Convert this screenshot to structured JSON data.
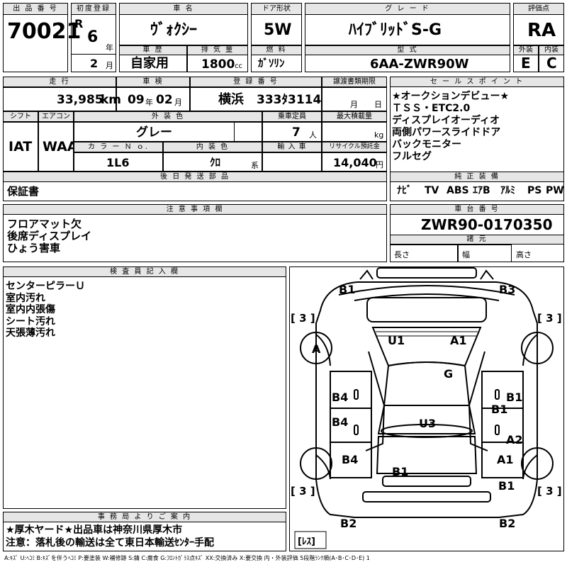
{
  "header": {
    "lot_number_label": "出 品 番 号",
    "lot_number": "70021",
    "first_reg_label": "初度登録",
    "era": "R",
    "year": "6",
    "year_unit": "年",
    "month": "2",
    "month_unit": "月",
    "car_name_label": "車 名",
    "car_name": "ｳﾞｫｸｼｰ",
    "door_label": "ドア形状",
    "door": "5W",
    "grade_label": "グ レ ー ド",
    "grade": "ﾊｲﾌﾞﾘｯﾄﾞS-G",
    "eval_label": "評価点",
    "eval": "RA",
    "history_label": "車 歴",
    "history": "自家用",
    "displacement_label": "排 気 量",
    "displacement": "1800",
    "displacement_unit": "cc",
    "fuel_label": "燃 料",
    "fuel": "ｶﾞｿﾘﾝ",
    "model_label": "型 式",
    "model": "6AA-ZWR90W",
    "exterior_label": "外装",
    "exterior": "E",
    "interior_label": "内装",
    "interior": "C"
  },
  "row2": {
    "mileage_label": "走 行",
    "mileage": "33,985",
    "mileage_unit": "km",
    "inspection_label": "車 検",
    "insp_year": "09",
    "insp_year_unit": "年",
    "insp_month": "02",
    "insp_month_unit": "月",
    "reg_label": "登 録 番 号",
    "reg_place": "横浜",
    "reg_number": "333ﾀ3114",
    "transfer_label": "譲渡書類期限",
    "transfer_month_unit": "月",
    "transfer_day_unit": "日",
    "shift_label": "シフト",
    "shift": "IAT",
    "ac_label": "エアコン",
    "ac": "WAA",
    "color_label": "外 装 色",
    "color": "グレー",
    "seats_label": "乗車定員",
    "seats": "7",
    "seats_unit": "人",
    "payload_label": "最大積載量",
    "payload_unit": "kg",
    "colorno_label": "カ ラ ー Ｎ ｏ.",
    "colorno": "1L6",
    "int_color_label": "内 装 色",
    "int_color": "ｸﾛ",
    "int_color_unit": "系",
    "import_label": "輸 入 車",
    "recycle_label": "リサイクル預託金",
    "recycle": "14,040",
    "recycle_unit": "円",
    "later_label": "後 日 発 送 部 品",
    "later": "保証書"
  },
  "sales": {
    "label": "セ ー ル ス ポ イ ン ト",
    "lines": [
      "★オークションデビュー★",
      "ＴＳＳ・ETC2.0",
      "ディスプレイオーディオ",
      "両側パワースライドドア",
      "バックモニター",
      "フルセグ"
    ]
  },
  "equip": {
    "label": "純 正 装 備",
    "items": [
      "ﾅﾋﾞ",
      "TV",
      "ABS",
      "ｴｱB",
      "ｱﾙﾐ",
      "PS",
      "PW"
    ]
  },
  "notes": {
    "label": "注 意 事 項 欄",
    "lines": [
      "フロアマット欠",
      "後席ディスプレイ",
      "ひょう害車"
    ]
  },
  "chassis": {
    "label": "車 台 番 号",
    "number": "ZWR90-0170350",
    "spec_label": "諸 元",
    "length_label": "長さ",
    "width_label": "幅",
    "height_label": "高さ"
  },
  "inspector": {
    "label": "検 査 員 記 入 欄",
    "lines": [
      "センターピラーＵ",
      "室内汚れ",
      "室内内張傷",
      "シート汚れ",
      "天張薄汚れ"
    ]
  },
  "office": {
    "label": "事 務 局 よ り ご 案 内",
    "line1": "★厚木ヤード★出品車は神奈川県厚木市",
    "line2": "注意：落札後の輸送は全て東日本輸送ｾﾝﾀｰ手配"
  },
  "diagram": {
    "marks": {
      "b1_tl": "B1",
      "b3_tr": "B3",
      "a_l": "A",
      "u1": "U1",
      "a1_top": "A1",
      "g": "G",
      "b4_l1": "B4",
      "b4_l2": "B4",
      "b4_l3": "B4",
      "u3": "U3",
      "b1_r1": "B1",
      "b1_r2": "B1",
      "a2_r": "A2",
      "a1_r": "A1",
      "b1_bot": "B1",
      "b1_r3": "B1",
      "b2_bl": "B2",
      "b2_br": "B2"
    },
    "tire_tl": "[ 3 ]",
    "tire_tr": "[ 3 ]",
    "tire_bl": "[ 3 ]",
    "tire_br": "[ 3 ]",
    "spare": "[ﾚｽ]"
  },
  "legend": "A:ｷｽﾞ  U:ﾍｺﾐ  B:ｷｽﾞを伴うﾍｺﾐ  P:要塗装  W:補修跡  S:錆  C:腐食  G:ﾌﾛﾝﾄｶﾞﾗｽ点ｷｽﾞ  XX:交換済み  X:要交換   内・外装評価  5段階ﾗﾝｸ順(A･B･C･D･E) 1"
}
